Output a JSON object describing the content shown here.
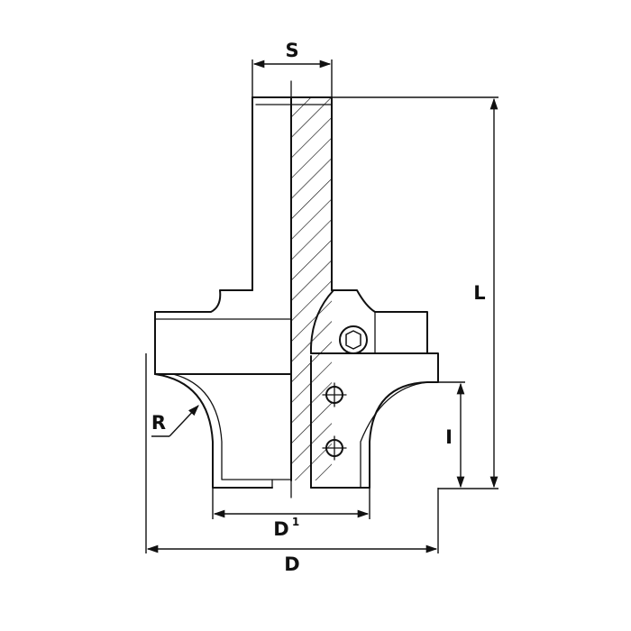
{
  "labels": {
    "S": "S",
    "L": "L",
    "R": "R",
    "I": "I",
    "D1_base": "D",
    "D1_sup": "1",
    "D": "D"
  },
  "colors": {
    "line": "#111111",
    "background": "#ffffff"
  }
}
